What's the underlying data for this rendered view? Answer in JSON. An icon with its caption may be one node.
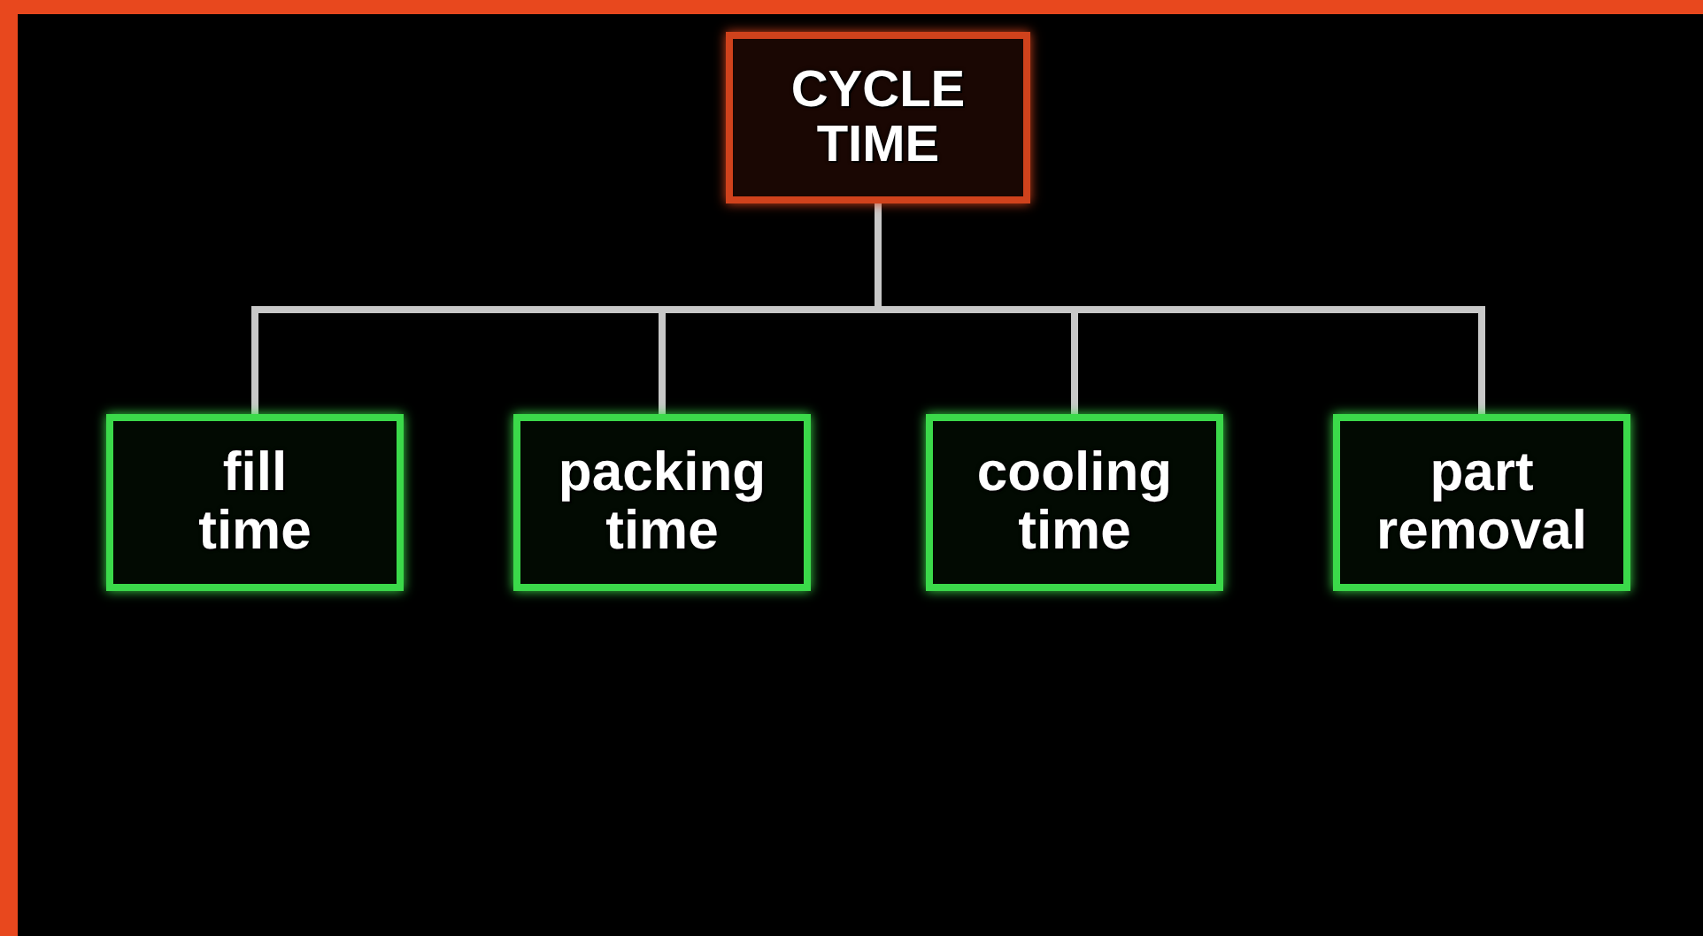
{
  "diagram": {
    "nodes": [
      {
        "text": [
          "CYCLE TIME"
        ]
      },
      {
        "text": [
          "fill time"
        ]
      },
      {
        "text": [
          "packing time"
        ]
      },
      {
        "text": [
          "cooling time"
        ]
      },
      {
        "text": [
          "part removal"
        ]
      }
    ],
    "edges": [
      {
        "from": 0,
        "to": 1,
        "arrow": "none"
      },
      {
        "from": 0,
        "to": 2,
        "arrow": "none"
      },
      {
        "from": 0,
        "to": 3,
        "arrow": "none"
      },
      {
        "from": 0,
        "to": 4,
        "arrow": "none"
      }
    ]
  }
}
